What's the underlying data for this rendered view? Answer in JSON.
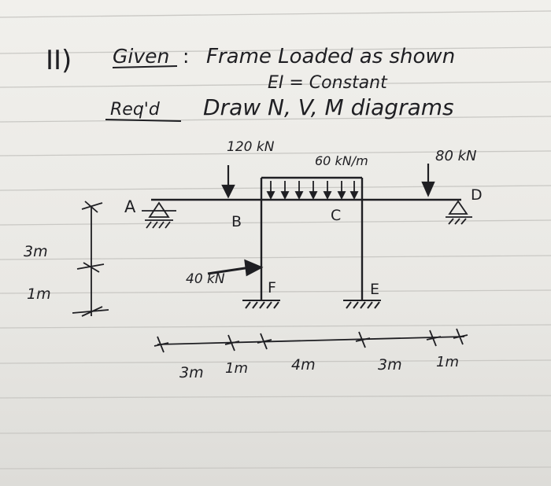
{
  "header": {
    "roman_numeral": "II)",
    "given_label": "Given",
    "given_colon": ":",
    "given_text": "Frame Loaded as shown",
    "ei_text": "EI = Constant",
    "reqd_label": "Req'd",
    "reqd_text": "Draw N, V, M diagrams"
  },
  "loads": {
    "point_b": "120 kN",
    "distributed": "60 kN/m",
    "point_d": "80 kN",
    "horizontal": "40 kN"
  },
  "nodes": {
    "a": "A",
    "b": "B",
    "c": "C",
    "d": "D",
    "e": "E",
    "f": "F"
  },
  "dimensions": {
    "vertical": [
      "3m",
      "1m"
    ],
    "horizontal": [
      "3m",
      "1m",
      "4m",
      "3m",
      "1m"
    ]
  },
  "colors": {
    "ink": "#1f1f23",
    "paper": "#ecebe7",
    "rule_line": "#c9c8c4"
  }
}
